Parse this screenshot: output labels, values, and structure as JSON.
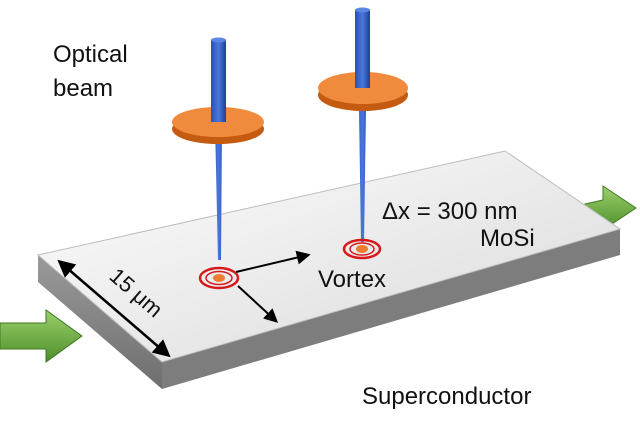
{
  "labels": {
    "optical_beam_line1": "Optical",
    "optical_beam_line2": "beam",
    "width": "15 μm",
    "vortex": "Vortex",
    "delta_x": "Δx = 300 nm",
    "material": "MoSi",
    "superconductor": "Superconductor"
  },
  "colors": {
    "beam": "#3a63c8",
    "beam_dark": "#1e3f99",
    "disc": "#ee7d31",
    "disc_dark": "#c55a11",
    "vortex_ring": "#d7191c",
    "vortex_core": "#ee7d31",
    "current_arrow": "#6fb140",
    "slab_top": "#ebebeb",
    "slab_front": "#8c8c8c",
    "slab_side": "#a8a8a8"
  },
  "icons": {
    "current_arrow_in": "green-arrow-right",
    "current_arrow_out": "green-arrow-right",
    "focused_beam": "cone-beam-with-orange-disc",
    "vortex_marker": "red-ring-with-orange-core"
  }
}
